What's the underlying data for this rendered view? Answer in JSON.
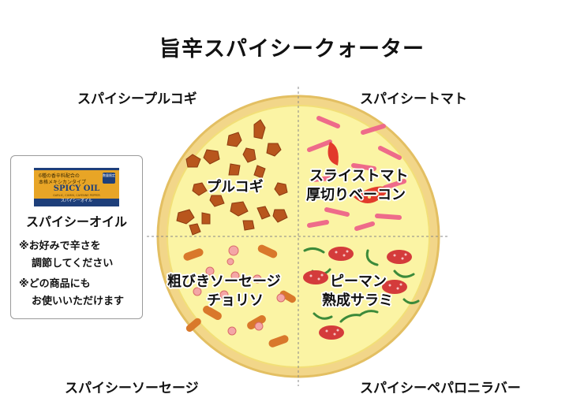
{
  "title": "旨辛スパイシークォーター",
  "quarters": {
    "top_left": {
      "label": "スパイシープルコギ",
      "toppings": [
        "プルコギ"
      ]
    },
    "top_right": {
      "label": "スパイシートマト",
      "toppings": [
        "スライストマト",
        "厚切りベーコン"
      ]
    },
    "bottom_left": {
      "label": "スパイシーソーセージ",
      "toppings": [
        "粗びきソーセージ",
        "チョリソ"
      ]
    },
    "bottom_right": {
      "label": "スパイシーペパロニラバー",
      "toppings": [
        "ピーマン",
        "熟成サラミ"
      ]
    }
  },
  "oil_box": {
    "can_line1": "6種の香辛料配合の",
    "can_line2": "本格メキシカンタイプ",
    "can_badge": "数量限定",
    "can_brand": "SPICY OIL",
    "can_sub": "GARLIC, CUMIN, CAYENNE PEPPER",
    "can_band": "スパイシーオイル",
    "name": "スパイシーオイル",
    "note1_line1": "※お好みで辛さを",
    "note1_line2": "調節してください",
    "note2_line1": "※どの商品にも",
    "note2_line2": "お使いいただけます"
  },
  "colors": {
    "crust": "#f2d689",
    "cheese": "#fbf4a4",
    "bulgogi": "#b8561d",
    "tomato": "#e23a2b",
    "bacon": "#ee6b8a",
    "sausage": "#d9782b",
    "salami": "#d43b3b",
    "pepper": "#3c8a3a",
    "oil_can": "#e8a526",
    "oil_can_trim": "#1e3f7a"
  }
}
